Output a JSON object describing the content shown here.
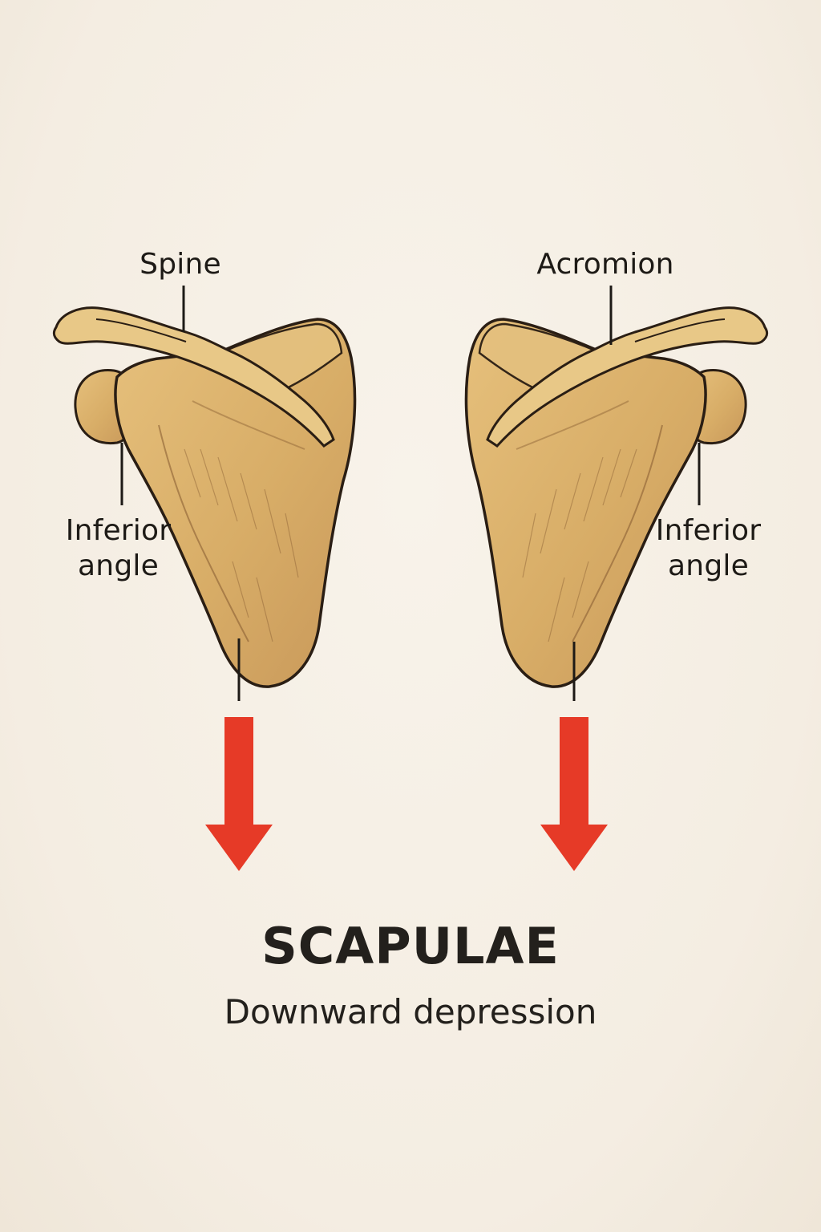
{
  "labels": {
    "spine": "Spine",
    "acromion": "Acromion",
    "inferior_angle_left": "Inferior\nangle",
    "inferior_angle_right": "Inferior\nangle"
  },
  "title": "SCAPULAE",
  "subtitle": "Downward depression",
  "colors": {
    "background": "#f6f0e6",
    "bone_fill": "#dcb46e",
    "bone_shade": "#c9975a",
    "bone_outline": "#2a1e14",
    "arrow": "#e63a27",
    "text": "#1d1a16"
  },
  "icons": {
    "left_bone": "left-scapula-icon",
    "right_bone": "right-scapula-icon",
    "left_arrow": "down-arrow-icon",
    "right_arrow": "down-arrow-icon"
  }
}
